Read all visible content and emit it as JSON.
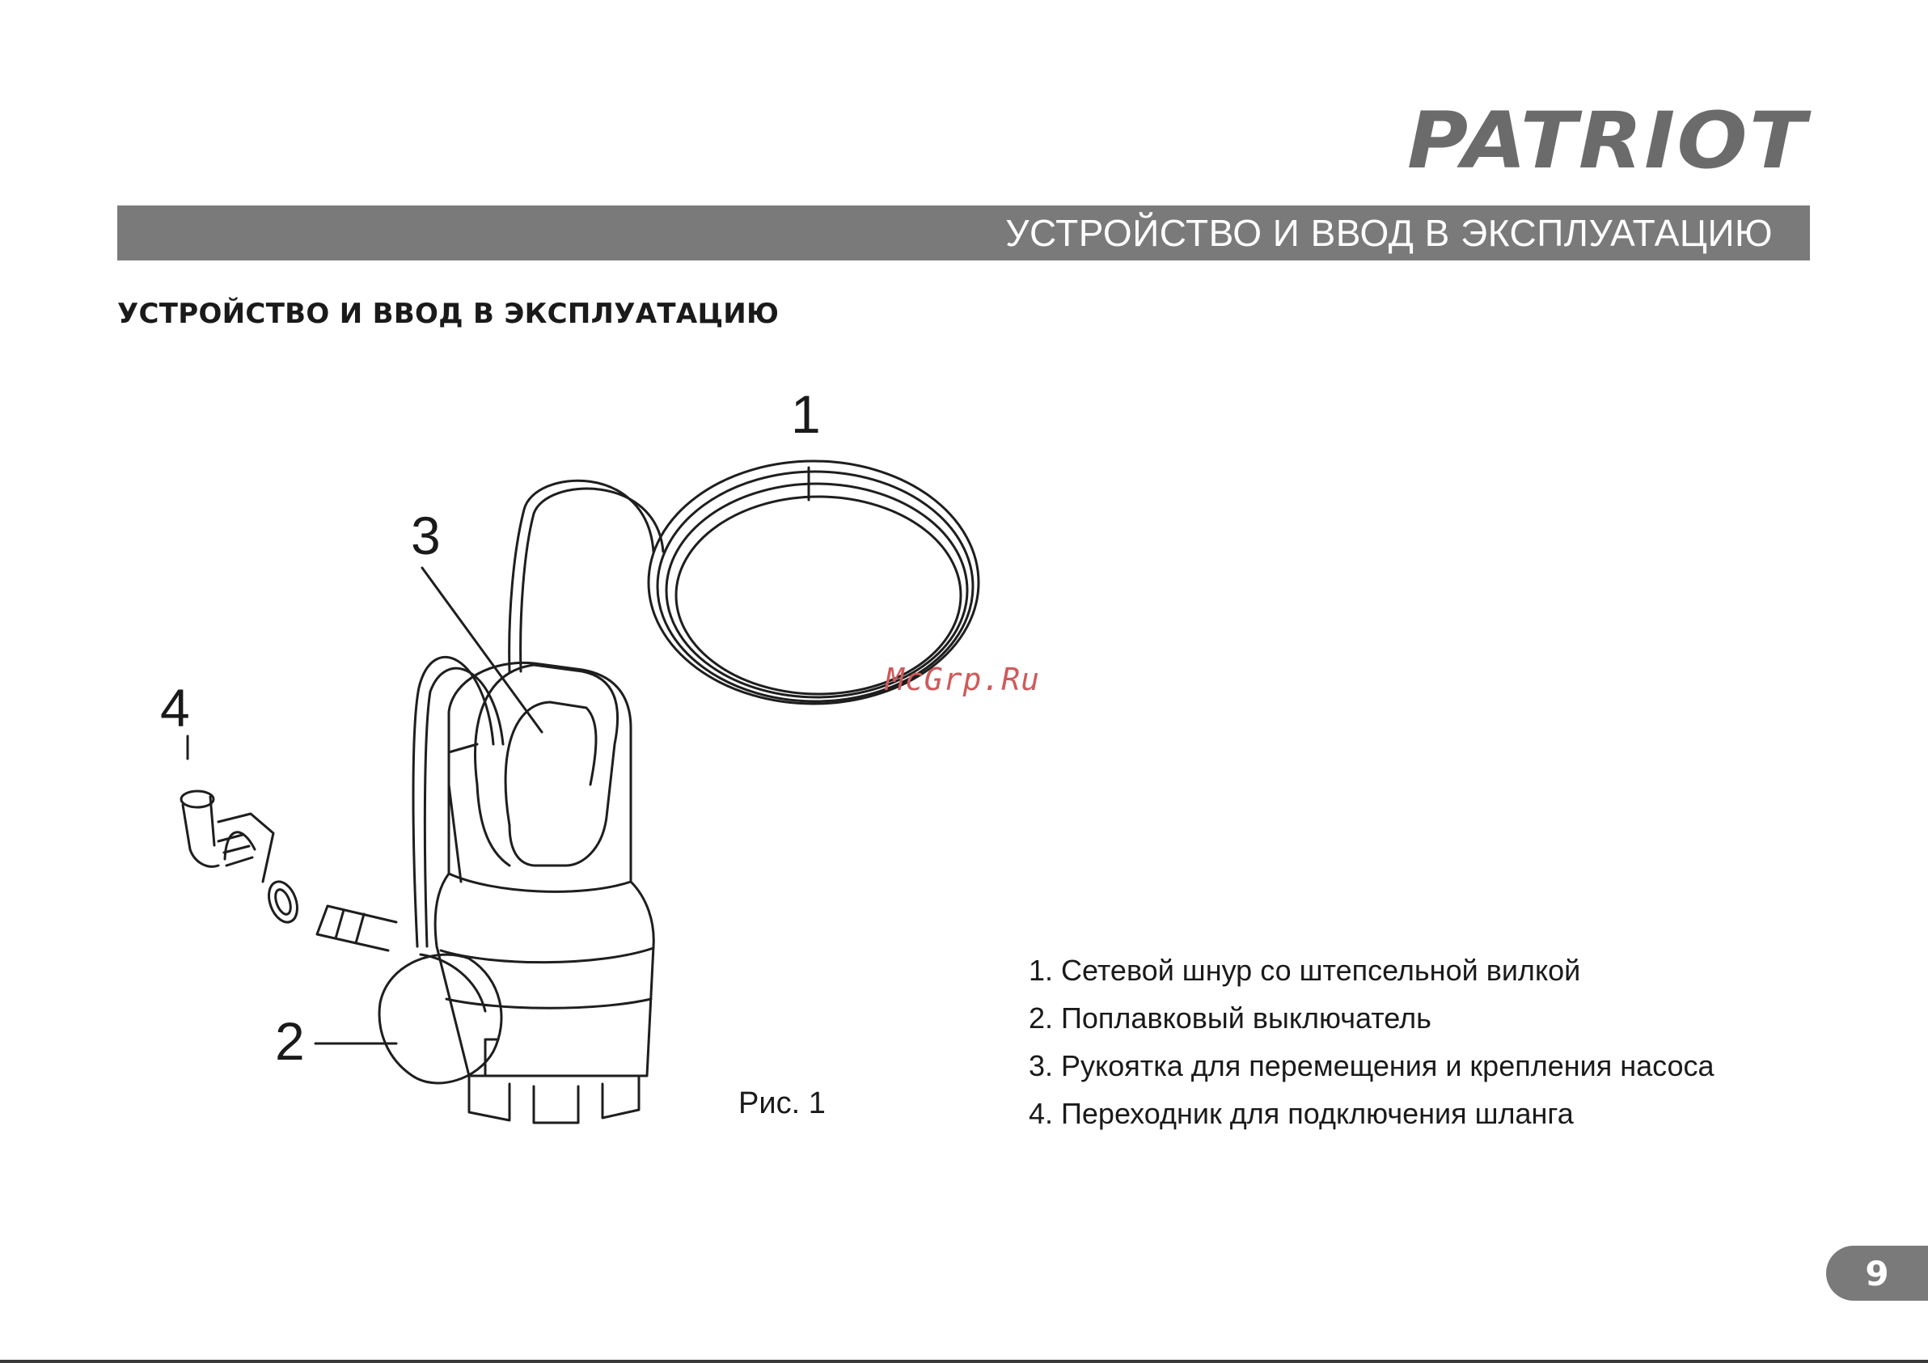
{
  "brand": {
    "logo_text": "PATRIOT"
  },
  "banner": {
    "title": "УСТРОЙСТВО И ВВОД В ЭКСПЛУАТАЦИЮ"
  },
  "heading": "УСТРОЙСТВО И ВВОД В ЭКСПЛУАТАЦИЮ",
  "figure": {
    "caption": "Рис. 1",
    "callouts": [
      "1",
      "2",
      "3",
      "4"
    ],
    "watermark": "McGrp.Ru"
  },
  "legend": [
    "1. Сетевой шнур со штепсельной вилкой",
    "2. Поплавковый выключатель",
    "3. Рукоятка для перемещения и крепления насоса",
    "4. Переходник для подключения шланга"
  ],
  "page_number": "9",
  "colors": {
    "banner": "#7a7a7a",
    "logo": "#6b6b6b",
    "watermark": "#d05a5a"
  }
}
